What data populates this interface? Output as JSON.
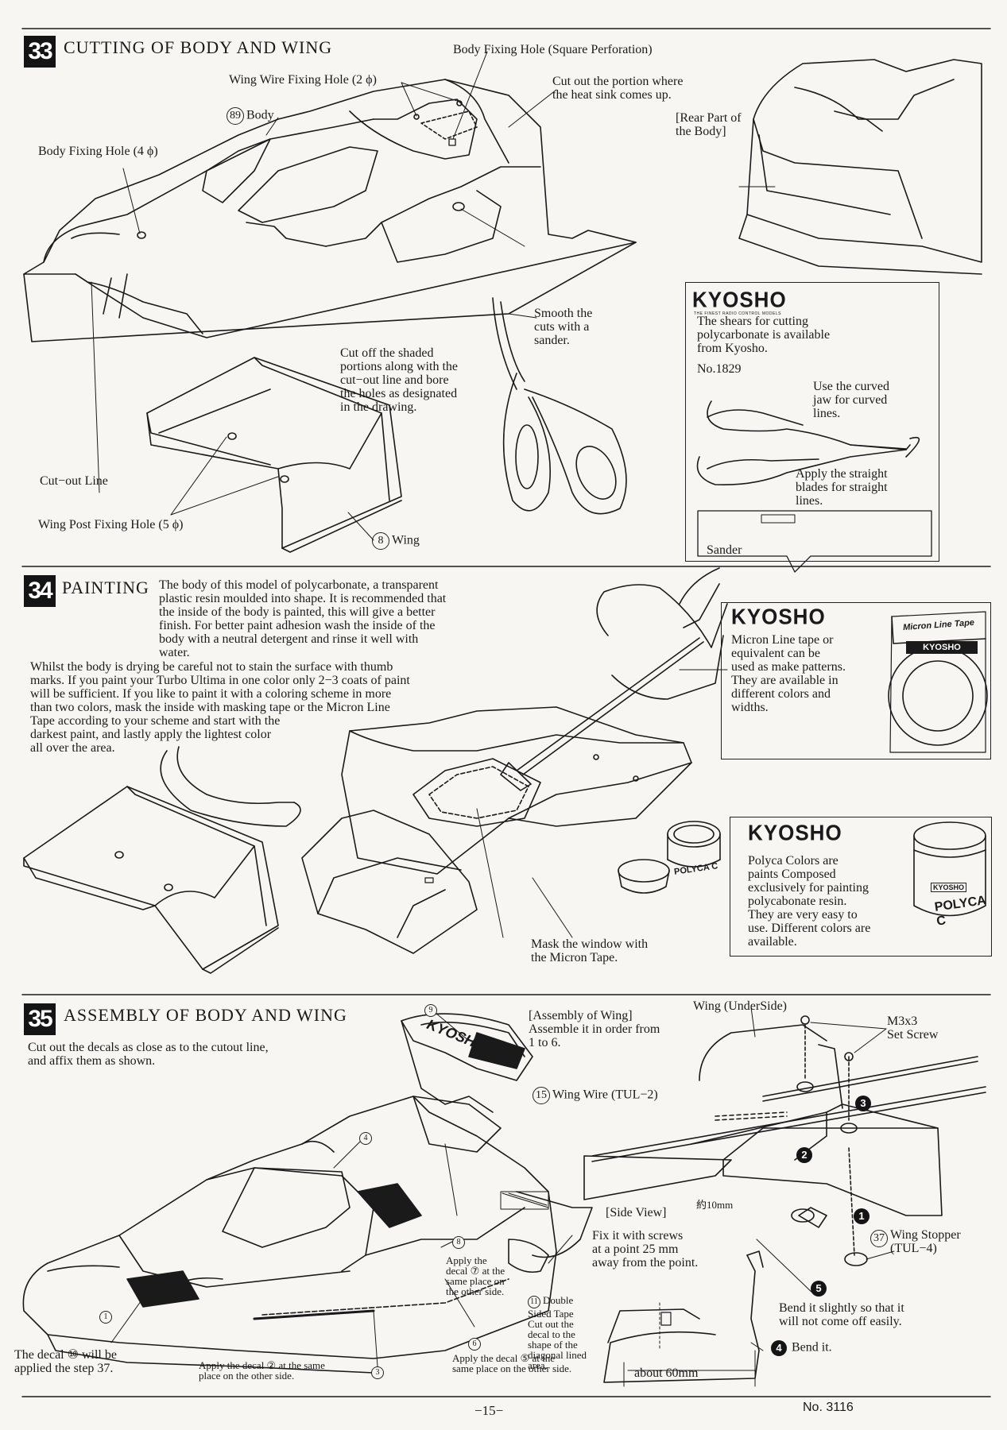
{
  "section33": {
    "number": "33",
    "title": "CUTTING OF BODY AND WING",
    "labels": {
      "body_fixing_hole_square": "Body Fixing Hole (Square Perforation)",
      "wing_wire_fixing_hole": "Wing Wire Fixing Hole (2 ϕ)",
      "cut_heat_sink": "Cut out the portion where\nthe heat sink comes up.",
      "rear_part": "[Rear Part of\nthe Body]",
      "body_part_no": "89",
      "body": "Body",
      "body_fixing_hole_4": "Body Fixing Hole (4 ϕ)",
      "smooth_cuts": "Smooth the\ncuts with a\nsander.",
      "cut_shaded": "Cut off the shaded\nportions along with the\ncut−out line and bore\nthe holes as designated\nin the drawing.",
      "cut_out_line": "Cut−out Line",
      "wing_post_fixing_hole": "Wing Post Fixing Hole (5 ϕ)",
      "wing_part_no": "8",
      "wing": "Wing"
    },
    "kyosho_box": {
      "brand": "KYOSHO",
      "brand_sub": "THE FINEST RADIO CONTROL MODELS",
      "text": "The shears for cutting\npolycarbonate is available\nfrom Kyosho.",
      "part_number": "No.1829",
      "curved_tip": "Use the curved\njaw for curved\nlines.",
      "straight_tip": "Apply the straight\nblades for straight\nlines.",
      "sander_label": "Sander"
    }
  },
  "section34": {
    "number": "34",
    "title": "PAINTING",
    "intro": "The body of this model of polycarbonate, a transparent\nplastic resin moulded into shape. It is recommended that\nthe inside of the body is painted, this will give a better\nfinish. For better paint adhesion wash the inside of the\nbody with a neutral detergent and rinse it well with\nwater.",
    "paragraph": "Whilst the body is drying be careful not to stain the surface with thumb\nmarks. If you paint your Turbo Ultima in one color only 2−3 coats of paint\nwill be sufficient. If you like to paint it with a coloring scheme in more\nthan two colors, mask the inside with masking tape or the Micron Line\nTape according to your scheme and start with the\ndarkest paint, and lastly apply the lightest color\nall over the area.",
    "mask_note": "Mask the window with\nthe Micron Tape.",
    "jar_label": "POLYCA C",
    "micron_box": {
      "brand": "KYOSHO",
      "text": "Micron Line tape or\nequivalent can be\nused as make patterns.\nThey are available in\ndifferent colors and\nwidths.",
      "package_label": "Micron Line Tape",
      "package_brand": "KYOSHO"
    },
    "polyca_box": {
      "brand": "KYOSHO",
      "text": "Polyca Colors are\npaints Composed\nexclusively for painting\npolycabonate resin.\nThey are very easy to\nuse. Different colors are\navailable.",
      "jar_brand": "KYOSHO",
      "jar_text": "POLYCA C"
    }
  },
  "section35": {
    "number": "35",
    "title": "ASSEMBLY OF BODY AND WING",
    "intro": "Cut out the decals as close as to the cutout line,\nand affix them as shown.",
    "wing_assembly_title": "[Assembly of Wing]",
    "wing_assembly_text": "Assemble it in order from\n1 to 6.",
    "wing_underside": "Wing (UnderSide)",
    "set_screw": "M3x3\nSet Screw",
    "wing_wire_no": "15",
    "wing_wire": "Wing Wire (TUL−2)",
    "side_view": "[Side View]",
    "approx_10mm": "約10mm",
    "fix_screws": "Fix it with screws\nat a point 25 mm\naway from the point.",
    "wing_stopper_no": "37",
    "wing_stopper": "Wing Stopper\n(TUL−4)",
    "bend_slightly": "Bend it slightly so that it\nwill not come off easily.",
    "bend_it": "Bend it.",
    "about_60mm": "about 60mm",
    "decal_note": "The decal ⑩ will be\napplied the step 37.",
    "decal_2_note": "Apply the decal ② at the same\nplace on the other side.",
    "decal_5_note": "Apply the decal ⑤ at the\nsame place on the other side.",
    "decal_7_note": "Apply the\ndecal ⑦ at the\nsame place on\nthe other side.",
    "double_tape_no": "11",
    "double_tape_note": "Double\nSided Tape\nCut out the\ndecal to the\nshape of the\ndiagonal lined\narea.",
    "hood_decal_text": "KYOSHO",
    "decal_numbers": [
      "1",
      "3",
      "4",
      "6",
      "8",
      "9"
    ],
    "order_steps": [
      "1",
      "2",
      "3",
      "4",
      "5"
    ]
  },
  "footer": {
    "page_number": "−15−",
    "document_number": "No. 3116"
  }
}
